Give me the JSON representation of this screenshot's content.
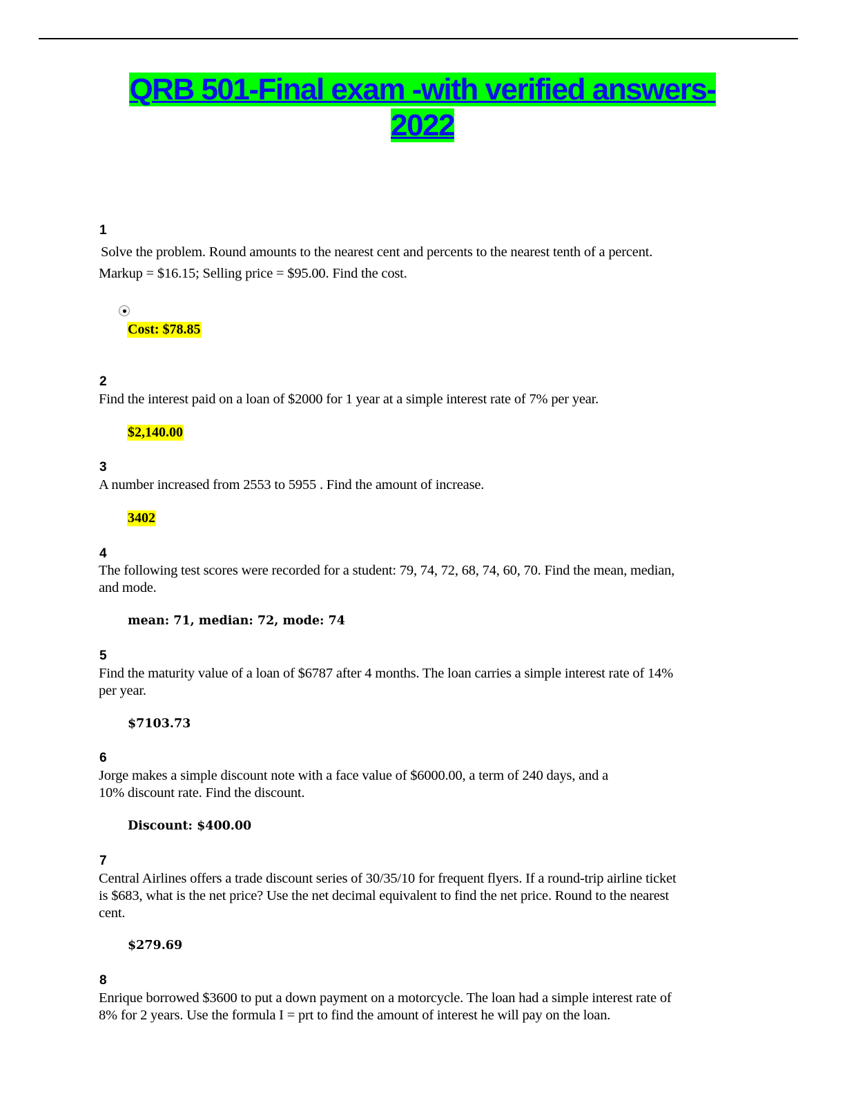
{
  "title": {
    "line1": "QRB 501-Final exam -with verified answers-",
    "line2": "2022"
  },
  "questions": [
    {
      "number": "1",
      "text": [
        "Solve the problem. Round amounts to the nearest cent and percents to the nearest tenth of a percent.",
        "Markup = $16.15; Selling price = $95.00. Find the cost."
      ],
      "answer": "Cost: $78.85"
    },
    {
      "number": "2",
      "text": [
        "Find the interest paid on a loan of $2000 for 1 year at a simple interest rate of 7% per year."
      ],
      "answer": "$2,140.00"
    },
    {
      "number": "3",
      "text": [
        "A number increased from 2553 to 5955 . Find the amount of increase."
      ],
      "answer": "3402"
    },
    {
      "number": "4",
      "text": [
        "The following test scores were recorded for a student: 79, 74, 72, 68, 74, 60, 70. Find the mean, median,",
        "and mode."
      ],
      "answer": "mean: 71, median: 72, mode: 74"
    },
    {
      "number": "5",
      "text": [
        "Find the maturity value of a loan of $6787 after 4 months. The loan carries a simple interest rate of 14%",
        "per year."
      ],
      "answer": "$7103.73"
    },
    {
      "number": "6",
      "text": [
        "Jorge makes a simple discount note with a face value of $6000.00, a term of 240 days, and a",
        "10% discount rate. Find the discount."
      ],
      "answer": "Discount: $400.00"
    },
    {
      "number": "7",
      "text": [
        "Central Airlines offers a trade discount series of 30/35/10 for frequent flyers. If a round-trip airline ticket",
        "is $683, what is the net price? Use the net decimal equivalent to find the net price. Round to the nearest",
        "cent."
      ],
      "answer": "$279.69"
    },
    {
      "number": "8",
      "text": [
        "Enrique borrowed $3600 to put a down payment on a motorcycle. The loan had a simple interest rate of",
        "8% for 2 years. Use the formula I = prt to find the amount of interest he will pay on the loan."
      ]
    }
  ]
}
